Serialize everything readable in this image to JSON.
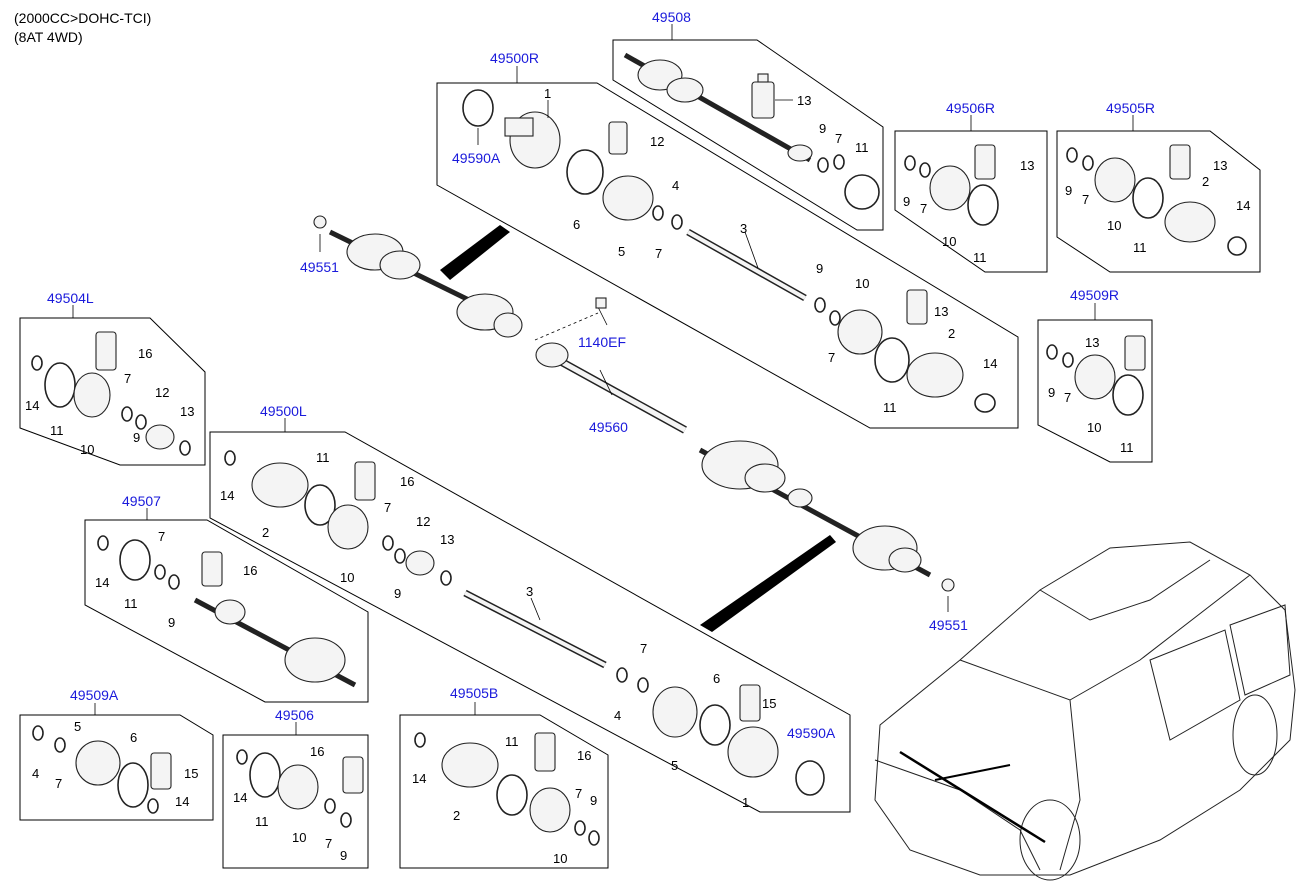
{
  "header": {
    "line1": "(2000CC>DOHC-TCI)",
    "line2": "(8AT 4WD)"
  },
  "part_links": {
    "p49508": "49508",
    "p49500R": "49500R",
    "p49506R": "49506R",
    "p49505R": "49505R",
    "p49590A_top": "49590A",
    "p49551_top": "49551",
    "p49504L": "49504L",
    "p49509R": "49509R",
    "p1140EF": "1140EF",
    "p49560": "49560",
    "p49500L": "49500L",
    "p49507": "49507",
    "p49551_bot": "49551",
    "p49509A": "49509A",
    "p49506": "49506",
    "p49505B": "49505B",
    "p49590A_bot": "49590A"
  },
  "callouts": {
    "n1": "1",
    "n2": "2",
    "n3": "3",
    "n4": "4",
    "n5": "5",
    "n6": "6",
    "n7": "7",
    "n9": "9",
    "n10": "10",
    "n11": "11",
    "n12": "12",
    "n13": "13",
    "n14": "14",
    "n15": "15",
    "n16": "16"
  },
  "colors": {
    "link": "#1a1adb",
    "line": "#000000"
  }
}
